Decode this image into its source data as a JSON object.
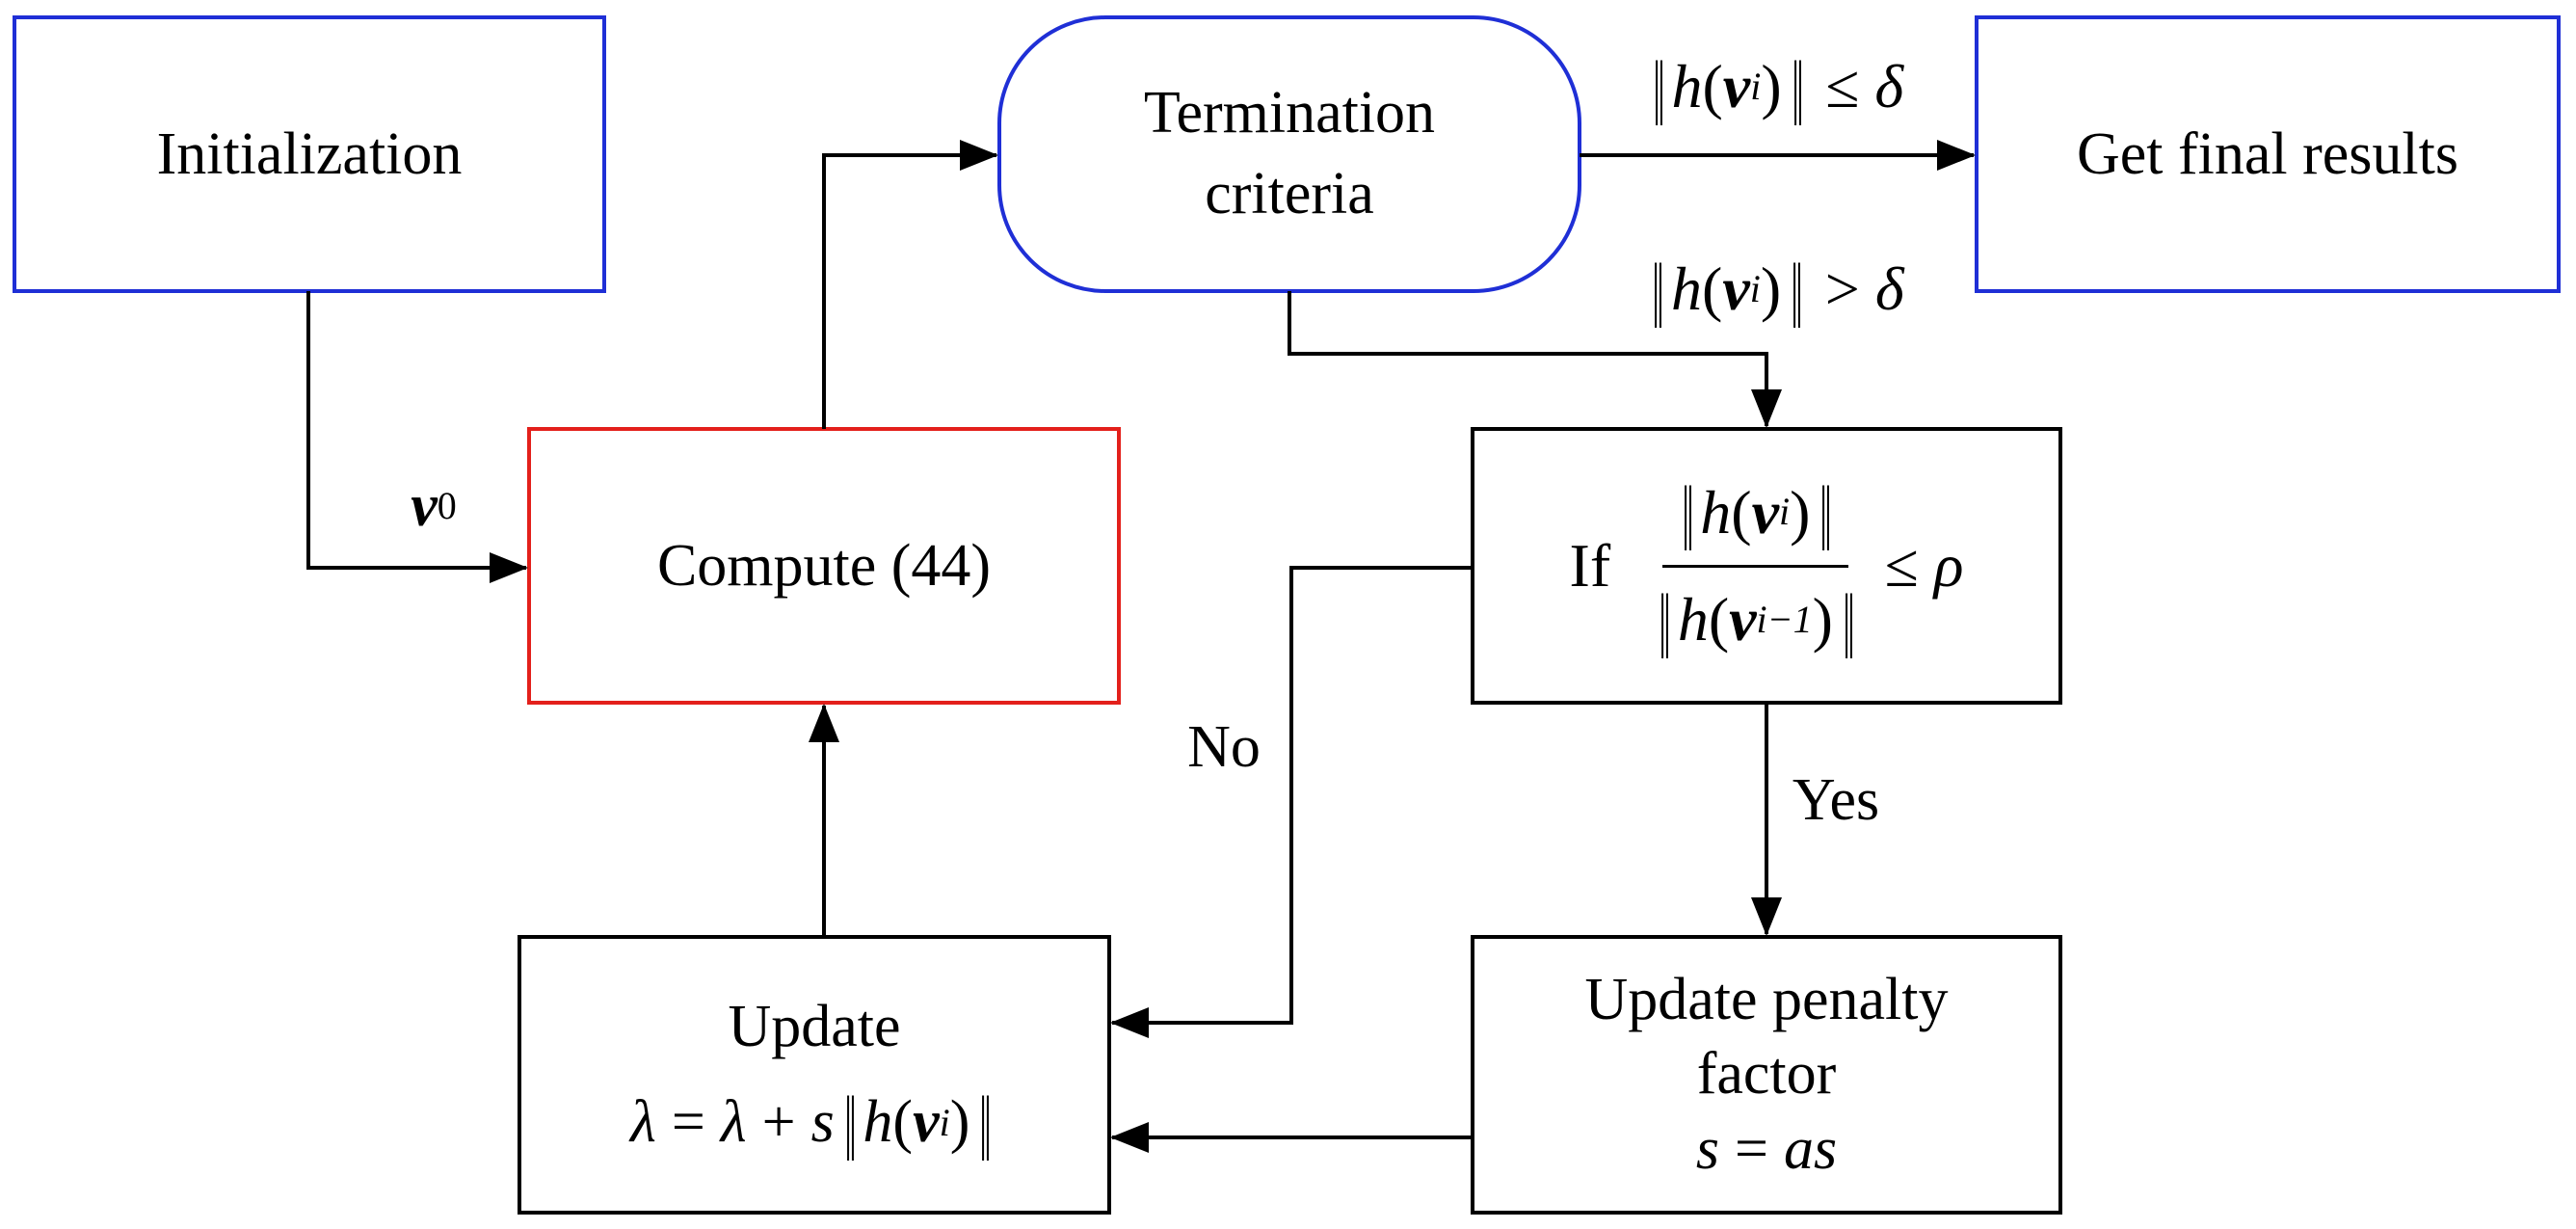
{
  "colors": {
    "blue_box": "#1f2fd6",
    "red_box": "#e3201b",
    "black": "#000000"
  },
  "initialization": {
    "label": "Initialization"
  },
  "termination": {
    "line1": "Termination",
    "line2": "criteria"
  },
  "final_results": {
    "label": "Get final results"
  },
  "compute": {
    "label": "Compute (44)"
  },
  "check": {
    "if_label": "If",
    "cmp": "≤",
    "rho": "ρ",
    "h": "h",
    "v": "v",
    "i": "i",
    "i_minus_1": "i−1"
  },
  "update_lambda": {
    "title": "Update",
    "lambda": "λ",
    "eq": "=",
    "plus": "+",
    "s": "s",
    "h": "h",
    "v": "v",
    "i": "i"
  },
  "update_penalty": {
    "line1": "Update penalty",
    "line2": "factor",
    "s": "s",
    "eq": "=",
    "as": "as"
  },
  "edges": {
    "v0_v": "v",
    "v0_sub": "0",
    "cond_le": {
      "h": "h",
      "v": "v",
      "i": "i",
      "op": "≤",
      "delta": "δ"
    },
    "cond_gt": {
      "h": "h",
      "v": "v",
      "i": "i",
      "op": ">",
      "delta": "δ"
    },
    "no": "No",
    "yes": "Yes"
  }
}
